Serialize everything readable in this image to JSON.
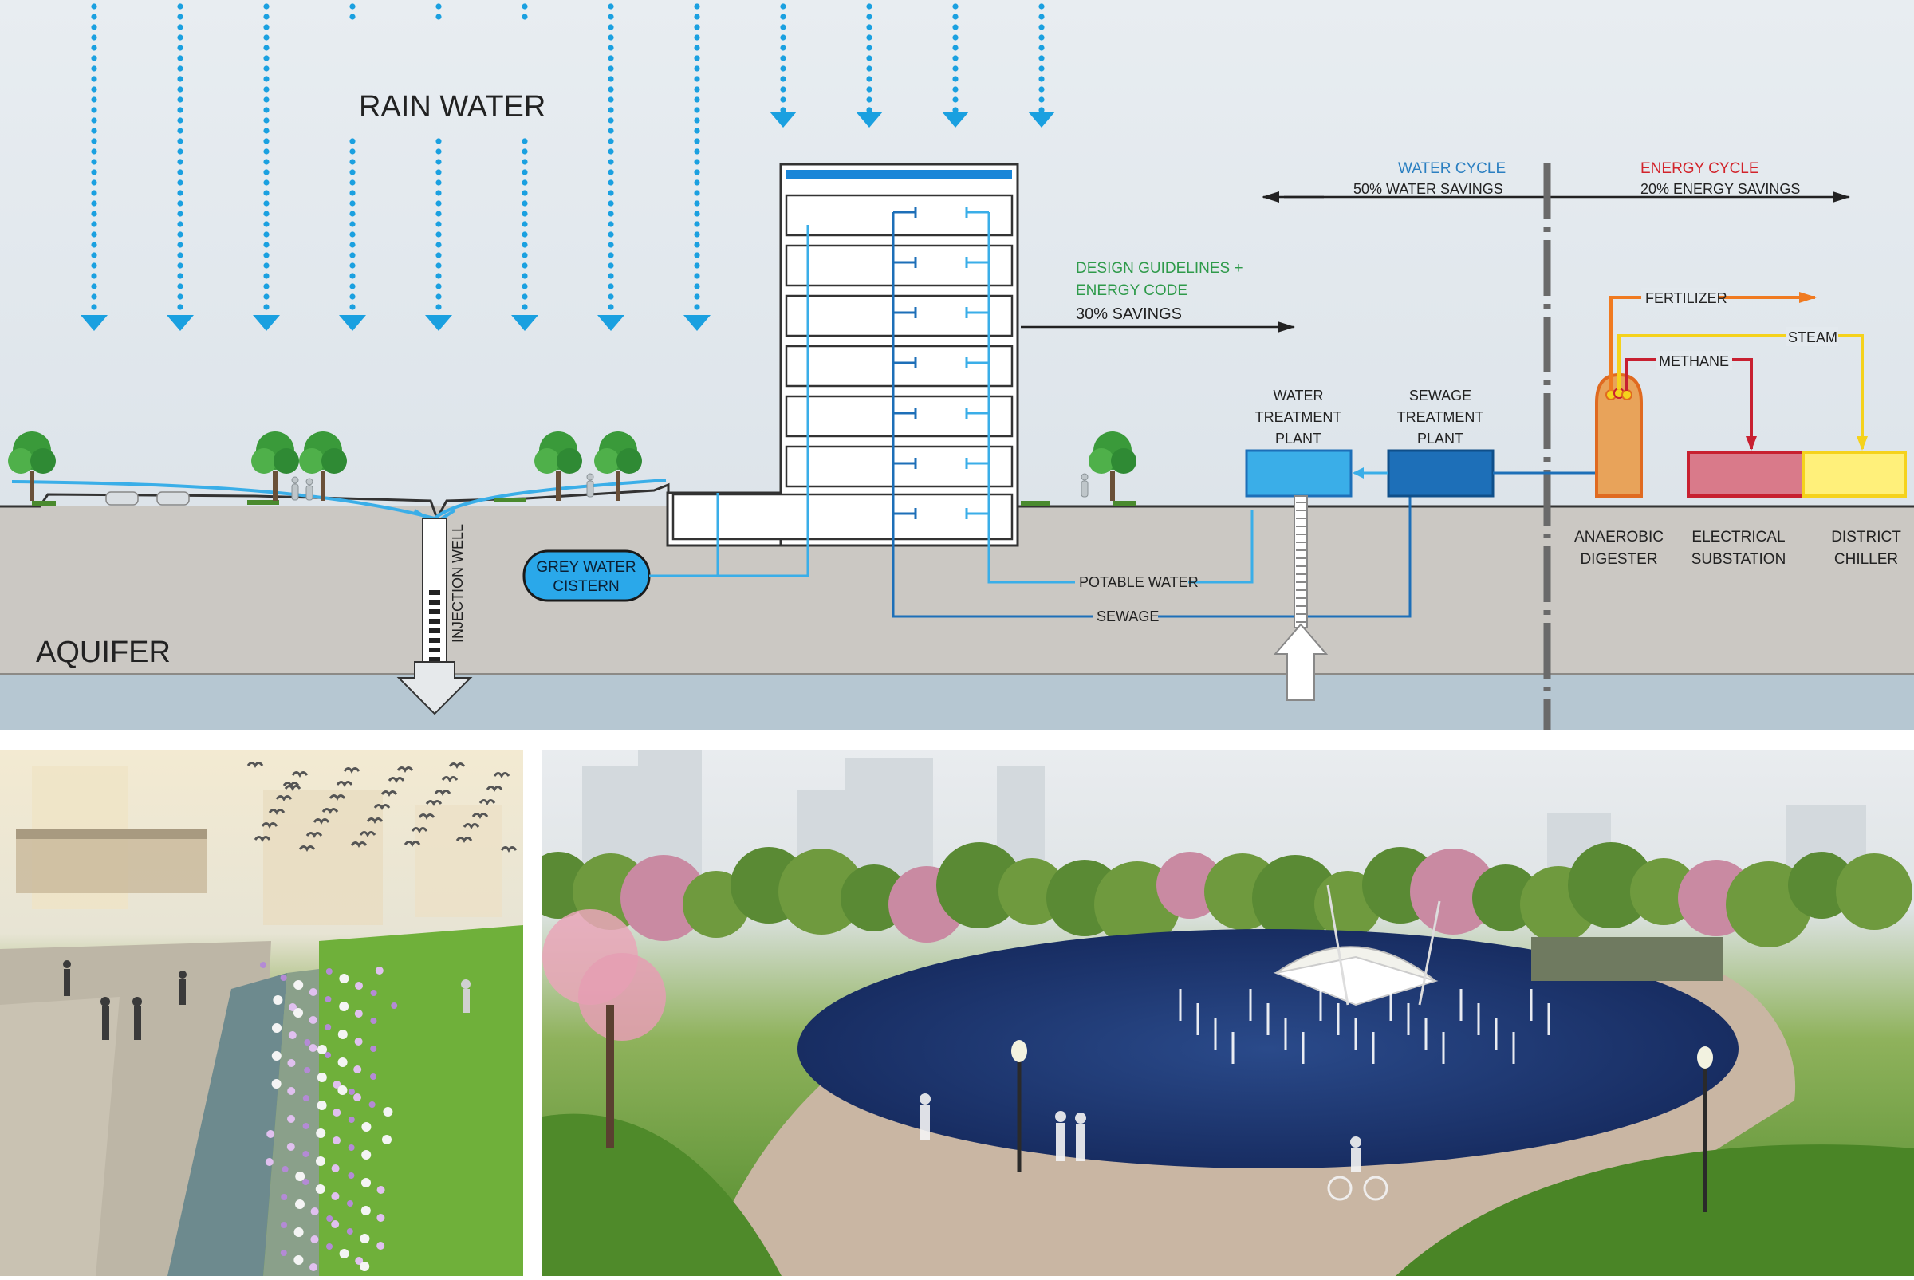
{
  "labels": {
    "rain_water": "RAIN WATER",
    "aquifer": "AQUIFER",
    "injection_well": "INJECTION WELL",
    "grey_water_cistern_line1": "GREY WATER",
    "grey_water_cistern_line2": "CISTERN",
    "design_guidelines_line1": "DESIGN GUIDELINES +",
    "design_guidelines_line2": "ENERGY CODE",
    "savings_30": "30% SAVINGS",
    "water_cycle": "WATER CYCLE",
    "water_savings": "50% WATER SAVINGS",
    "energy_cycle": "ENERGY CYCLE",
    "energy_savings": "20% ENERGY SAVINGS",
    "water_treatment_line1": "WATER",
    "water_treatment_line2": "TREATMENT",
    "water_treatment_line3": "PLANT",
    "sewage_treatment_line1": "SEWAGE",
    "sewage_treatment_line2": "TREATMENT",
    "sewage_treatment_line3": "PLANT",
    "fertilizer": "FERTILIZER",
    "steam": "STEAM",
    "methane": "METHANE",
    "anaerobic_line1": "ANAEROBIC",
    "anaerobic_line2": "DIGESTER",
    "electrical_line1": "ELECTRICAL",
    "electrical_line2": "SUBSTATION",
    "district_line1": "DISTRICT",
    "district_line2": "CHILLER",
    "potable_water": "POTABLE WATER",
    "sewage": "SEWAGE"
  },
  "colors": {
    "sky": "#e3e9ee",
    "ground": "#cbc8c3",
    "aquifer_band": "#b6c7d2",
    "rain_blue": "#1aa0e0",
    "pipe_light": "#3aaee8",
    "pipe_dark": "#1d6fb8",
    "green_text": "#2e9a4a",
    "water_cycle_text": "#2a7fc1",
    "energy_cycle_text": "#d2232a",
    "digester": "#e8a35a",
    "substation": "#d97a8a",
    "chiller": "#fff07a",
    "fertilizer_line": "#f07a20",
    "steam_line": "#f5d21c",
    "methane_line": "#c82030"
  },
  "illustrations": {
    "left_render": "riverside-promenade-render",
    "right_render": "park-lake-pavilion-render"
  }
}
